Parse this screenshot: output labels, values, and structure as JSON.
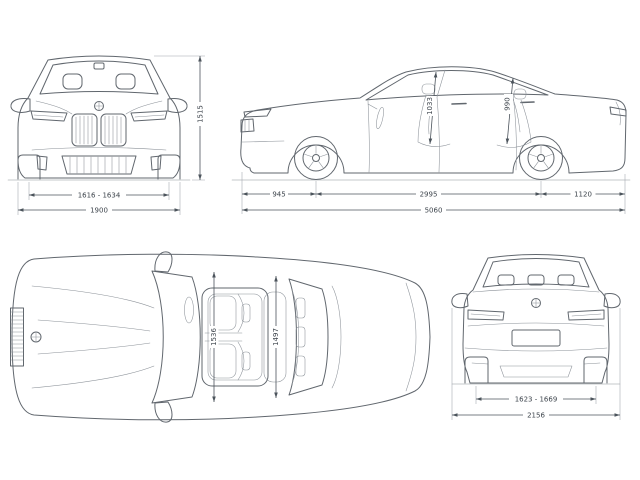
{
  "diagram": {
    "type": "vehicle-dimension-blueprint",
    "units": "mm",
    "front": {
      "height": "1515",
      "track_width": "1616 - 1634",
      "overall_width": "1900"
    },
    "side": {
      "front_headroom": "1033",
      "rear_headroom": "990",
      "front_overhang": "945",
      "wheelbase": "2995",
      "rear_overhang": "1120",
      "overall_length": "5060"
    },
    "top": {
      "front_interior_width": "1536",
      "rear_interior_width": "1497"
    },
    "rear": {
      "track_width": "1623 - 1669",
      "overall_width_incl_mirrors": "2156"
    }
  },
  "colors": {
    "line": "#61676e",
    "dimension": "#4c545c",
    "background": "#ffffff"
  }
}
